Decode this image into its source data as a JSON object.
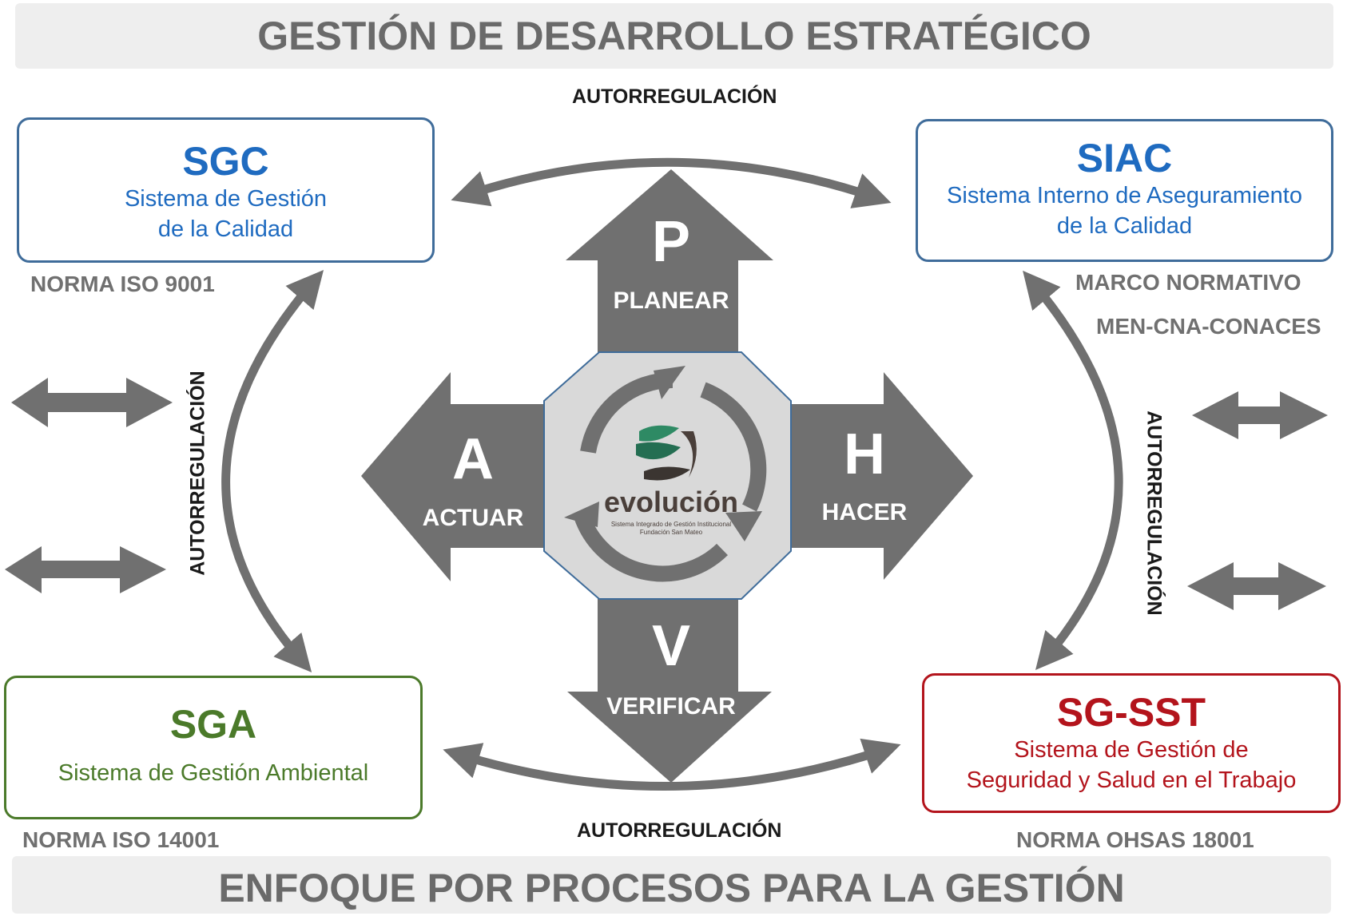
{
  "header": {
    "title": "GESTIÓN DE DESARROLLO ESTRATÉGICO"
  },
  "footer": {
    "title": "ENFOQUE POR PROCESOS PARA LA GESTIÓN"
  },
  "systems": {
    "sgc": {
      "acronym": "SGC",
      "name_line1": "Sistema de Gestión",
      "name_line2": "de la Calidad",
      "norm": "NORMA ISO 9001",
      "color": "#1f6bc0"
    },
    "siac": {
      "acronym": "SIAC",
      "name_line1": "Sistema Interno de Aseguramiento",
      "name_line2": "de la Calidad",
      "norm_line1": "MARCO NORMATIVO",
      "norm_line2": "MEN-CNA-CONACES",
      "color": "#1f6bc0"
    },
    "sga": {
      "acronym": "SGA",
      "name_line1": "Sistema de Gestión Ambiental",
      "norm": "NORMA ISO 14001",
      "color": "#4b7a2a"
    },
    "sst": {
      "acronym": "SG-SST",
      "name_line1": "Sistema de Gestión de",
      "name_line2": "Seguridad y Salud en el Trabajo",
      "norm": "NORMA OHSAS 18001",
      "color": "#b3141c"
    }
  },
  "links": {
    "top": "AUTORREGULACIÓN",
    "bottom": "AUTORREGULACIÓN",
    "left": "AUTORREGULACIÓN",
    "right": "AUTORREGULACIÓN"
  },
  "pdca": {
    "plan": {
      "letter": "P",
      "label": "PLANEAR"
    },
    "do": {
      "letter": "H",
      "label": "HACER"
    },
    "check": {
      "letter": "V",
      "label": "VERIFICAR"
    },
    "act": {
      "letter": "A",
      "label": "ACTUAR"
    }
  },
  "logo": {
    "word": "evolución",
    "tagline_line1": "Sistema Integrado de Gestión Institucional",
    "tagline_line2": "Fundación San Mateo"
  },
  "colors": {
    "arrow_gray": "#707070",
    "octagon_fill": "#d9d9d9",
    "octagon_border": "#3f6c9a"
  }
}
